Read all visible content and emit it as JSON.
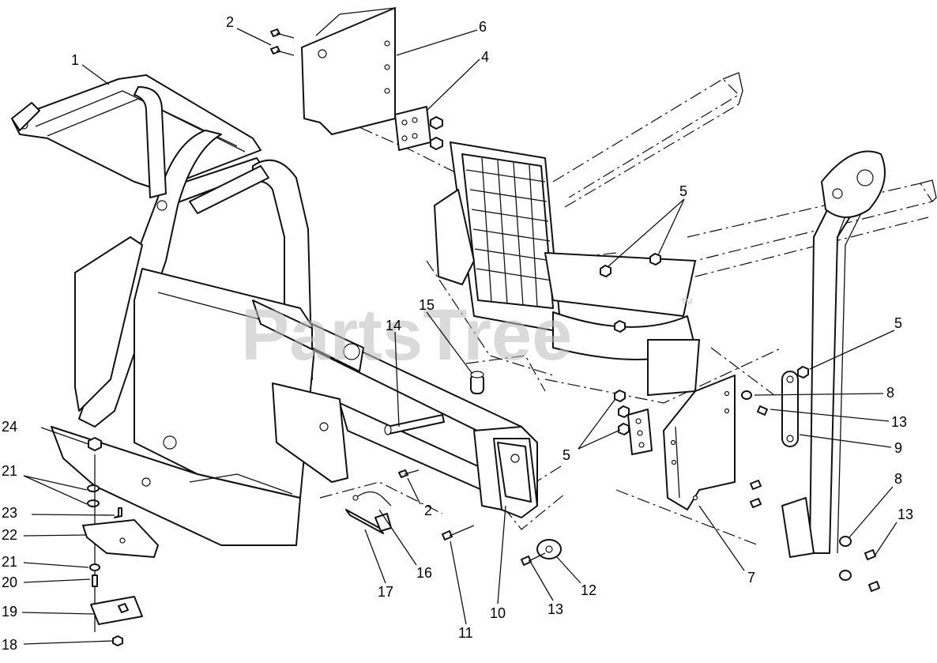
{
  "watermark": {
    "text": "PartsTree",
    "mark": "TM"
  },
  "callouts": [
    "1",
    "2",
    "6",
    "4",
    "5",
    "15",
    "14",
    "5",
    "8",
    "13",
    "9",
    "8",
    "13",
    "24",
    "21",
    "23",
    "22",
    "21",
    "20",
    "19",
    "18",
    "2",
    "17",
    "16",
    "11",
    "10",
    "13",
    "12",
    "7",
    "5"
  ]
}
